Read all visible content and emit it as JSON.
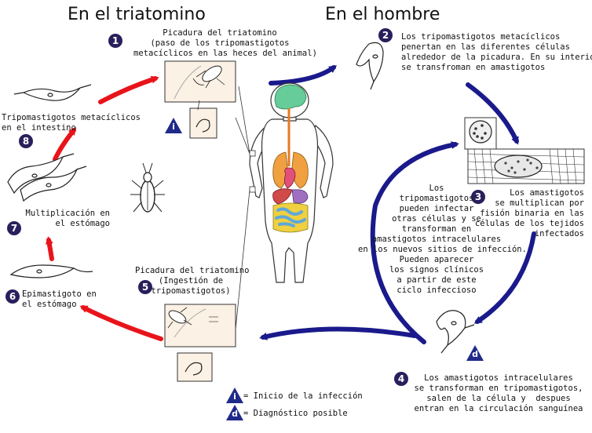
{
  "titles": {
    "left": "En el triatomino",
    "right": "En el hombre"
  },
  "steps": [
    {
      "num": "1",
      "text": "Picadura del triatomino\n(paso de los tripomastigotos\nmetacíclicos en las heces del animal)"
    },
    {
      "num": "2",
      "text": "Los tripomastigotos metacíclicos\npenertan en las diferentes células\nalrededor de la picadura. En su interior\nse transfroman en amastigotos"
    },
    {
      "num": "3",
      "text": "Los amastigotos\nse multiplican por\nfisión binaria en las\ncélulas de los tejidos\ninfectados"
    },
    {
      "num": "4",
      "text": "Los amastigotos intracelulares\nse transforman en tripomastigotos,\nsalen de la célula y  despues\nentran en la circulación sanguínea"
    },
    {
      "num": "5",
      "text": "Picadura del triatomino\n(Ingestión de\ntripomastigotos)"
    },
    {
      "num": "6",
      "text": "Epimastigoto en\nel estómago"
    },
    {
      "num": "7",
      "text": "Multiplicación en\nel estómago"
    },
    {
      "num": "8",
      "text": "Tripomastigotos metacíclicos\nen el intestino"
    }
  ],
  "center_text": "Los\ntripomastigotos\npueden infectar\notras células y se\ntransforman en\namastigotos intracelulares\nen los nuevos sitios de infección.\nPueden aparecer\nlos signos clínicos\na partir de este\nciclo infeccioso",
  "legend": {
    "infective_symbol": "i",
    "infective_text": "= Inicio de la infección",
    "diagnostic_symbol": "d",
    "diagnostic_text": "= Diagnóstico posible"
  },
  "colors": {
    "human_cycle_arrow": "#1a1a8c",
    "vector_cycle_arrow": "#e8141a",
    "step_badge": "#2a1f5c",
    "symbol_badge": "#1f2a8a",
    "inset_bg": "#fbf1e4",
    "brain": "#66cc99",
    "lungs": "#f0a040",
    "heart": "#e0507a",
    "liver": "#d04a4a",
    "stomach": "#a070c0",
    "intestine": "#60a8d8",
    "colon": "#f0d040"
  },
  "icons": [
    "triatomine-bug-icon",
    "trypanosome-icon",
    "human-body-icon",
    "muscle-tissue-icon",
    "infected-cell-icon"
  ]
}
